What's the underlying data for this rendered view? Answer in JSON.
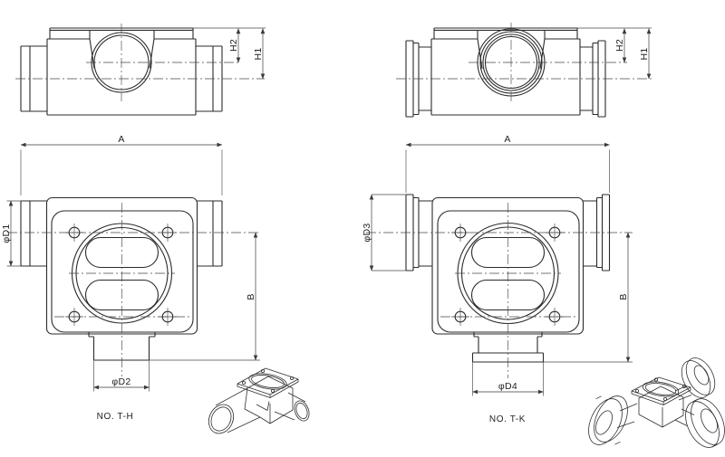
{
  "page": {
    "background": "#ffffff",
    "line_color": "#2b2b2b",
    "thin_line_color": "#474747",
    "text_color": "#222222"
  },
  "views": {
    "th_side": {
      "h2": "H2",
      "h1": "H1"
    },
    "th_front": {
      "a": "A",
      "d1": "φD1",
      "b": "B",
      "d2": "φD2",
      "caption": "NO. T-H"
    },
    "tk_side": {
      "h2": "H2",
      "h1": "H1"
    },
    "tk_front": {
      "a": "A",
      "d3": "φD3",
      "b": "B",
      "d4": "φD4",
      "caption": "NO. T-K"
    }
  }
}
